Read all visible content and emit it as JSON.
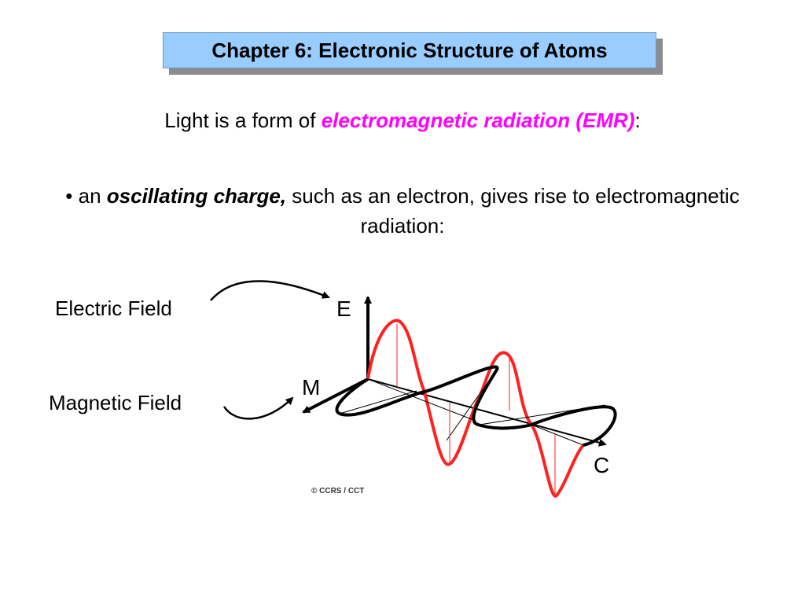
{
  "title": "Chapter 6: Electronic Structure of Atoms",
  "intro": {
    "prefix": "Light is a form of ",
    "highlight": "electromagnetic radiation (EMR)",
    "suffix": ":",
    "highlight_color": "#ff00ff"
  },
  "bullet": {
    "marker": "•",
    "pre": " an ",
    "emphasis": "oscillating charge,",
    "rest": " such as an electron, gives rise to electromagnetic radiation:"
  },
  "figure": {
    "label_electric": "Electric Field",
    "label_magnetic": "Magnetic Field",
    "axis_e": "E",
    "axis_m": "M",
    "axis_c": "C",
    "credit": "© CCRS / CCT",
    "electric_wave_color": "#ff2020",
    "magnetic_wave_color": "#000000"
  },
  "colors": {
    "title_bg": "#99ccff",
    "title_shadow": "#8c8c8c"
  }
}
